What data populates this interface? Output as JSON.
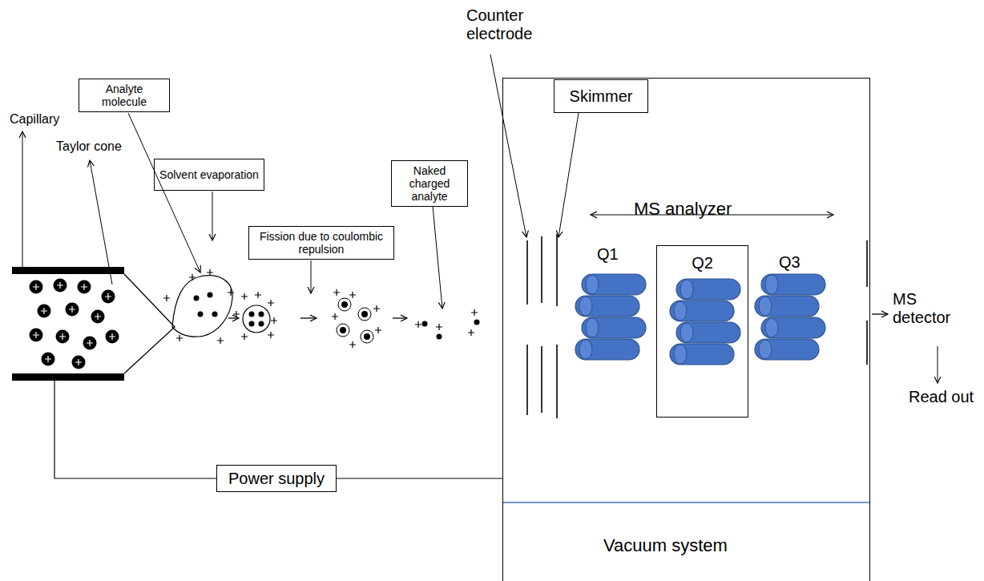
{
  "diagram": {
    "nodes": [
      {
        "text": [
          "Analyte molecule"
        ]
      },
      {
        "text": [
          "Solvent evaporation"
        ]
      },
      {
        "text": [
          "Fission due to coulombic repulsion"
        ]
      },
      {
        "text": [
          "Naked charged analyte"
        ]
      },
      {
        "text": [
          "MS analyzer",
          "Vacuum system"
        ]
      },
      {
        "text": [
          "Skimmer"
        ],
        "in": 4
      },
      {
        "text": [
          "Q2"
        ],
        "in": 4
      },
      {
        "text": [
          "Power supply"
        ]
      }
    ],
    "edges": [
      {
        "from": 7,
        "to": 4,
        "arrow": "none"
      }
    ],
    "labels": [
      "Capillary",
      "Taylor cone",
      "Counter electrode",
      "Q1",
      "Q3",
      "MS detector",
      "Read out"
    ]
  }
}
